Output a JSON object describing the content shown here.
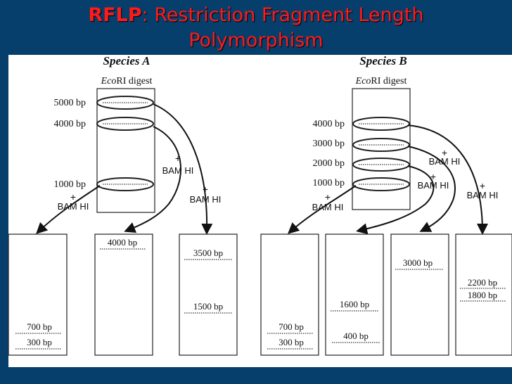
{
  "title": {
    "lead": "RFLP",
    "rest": ": Restriction Fragment Length",
    "line2": "Polymorphism"
  },
  "species_a": {
    "heading": "Species A",
    "digest_prefix": "Eco",
    "digest_suffix": "RI digest",
    "bands": [
      "5000 bp",
      "4000 bp",
      "1000 bp"
    ],
    "enzyme_plus": "+",
    "enzyme_name": "BAM HI",
    "result_lanes": [
      {
        "bands": [
          "700 bp",
          "300 bp"
        ]
      },
      {
        "bands": [
          "4000 bp"
        ]
      },
      {
        "bands": [
          "3500 bp",
          "1500 bp"
        ]
      }
    ]
  },
  "species_b": {
    "heading": "Species B",
    "digest_prefix": "Eco",
    "digest_suffix": "RI digest",
    "bands": [
      "4000 bp",
      "3000 bp",
      "2000 bp",
      "1000 bp"
    ],
    "enzyme_plus": "+",
    "enzyme_name": "BAM HI",
    "result_lanes": [
      {
        "bands": [
          "700 bp",
          "300 bp"
        ]
      },
      {
        "bands": [
          "1600 bp",
          "400 bp"
        ]
      },
      {
        "bands": [
          "3000 bp"
        ]
      },
      {
        "bands": [
          "2200 bp",
          "1800 bp"
        ]
      }
    ]
  }
}
